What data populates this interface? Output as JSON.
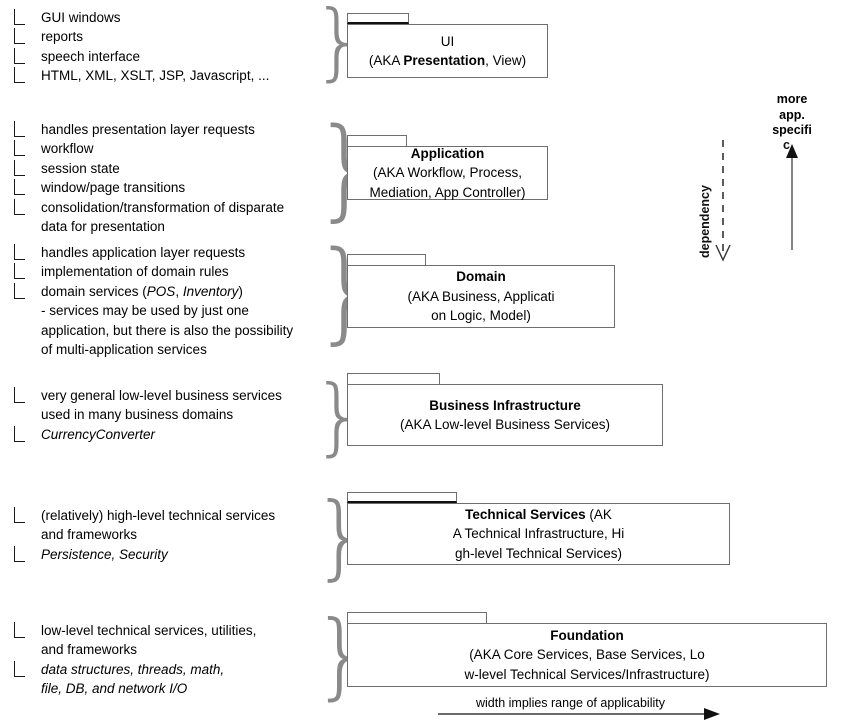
{
  "diagram": {
    "title": "Layered Architecture Diagram",
    "brace_glyph": "}",
    "colors": {
      "box_border": "#6e6e6e",
      "brace": "#8a8a8a",
      "text": "#000000",
      "arrow": "#555555"
    }
  },
  "layers": [
    {
      "key": "ui",
      "description_lines": [
        {
          "text": "GUI windows",
          "bullet": true,
          "italic": false
        },
        {
          "text": "reports",
          "bullet": true,
          "italic": false
        },
        {
          "text": "speech interface",
          "bullet": true,
          "italic": false
        },
        {
          "text": "HTML, XML, XSLT, JSP, Javascript, ...",
          "bullet": true,
          "italic": false
        }
      ],
      "package": {
        "name": "UI",
        "name_bold": false,
        "aka_lines": [
          {
            "pre": "(AKA  ",
            "bold": "Presentation",
            "post": ", View)"
          }
        ]
      }
    },
    {
      "key": "application",
      "description_lines": [
        {
          "text": "handles  presentation layer requests",
          "bullet": true,
          "italic": false
        },
        {
          "text": "workflow",
          "bullet": true,
          "italic": false
        },
        {
          "text": "session state",
          "bullet": true,
          "italic": false
        },
        {
          "text": "window/page transitions",
          "bullet": true,
          "italic": false
        },
        {
          "text": "consolidation/transformation of disparate",
          "bullet": true,
          "italic": false
        },
        {
          "text": "data for presentation",
          "bullet": false,
          "italic": false
        }
      ],
      "package": {
        "name": "Application",
        "name_bold": true,
        "aka_lines": [
          {
            "pre": "(AKA Workflow, Process,",
            "bold": "",
            "post": ""
          },
          {
            "pre": "Mediation, App Controller)",
            "bold": "",
            "post": ""
          }
        ]
      }
    },
    {
      "key": "domain",
      "description_lines": [
        {
          "text": "handles  application layer requests",
          "bullet": true,
          "italic": false
        },
        {
          "text": "implementation of domain rules",
          "bullet": true,
          "italic": false
        },
        {
          "text": "domain services (",
          "bullet": true,
          "italic": false,
          "rich": true,
          "parts": [
            {
              "t": "domain services (",
              "i": false
            },
            {
              "t": "POS",
              "i": true
            },
            {
              "t": ", ",
              "i": false
            },
            {
              "t": "Inventory",
              "i": true
            },
            {
              "t": ")",
              "i": false
            }
          ]
        },
        {
          "text": "- services may be used by just one",
          "bullet": false,
          "italic": false
        },
        {
          "text": "application, but there is also the possibility",
          "bullet": false,
          "italic": false
        },
        {
          "text": "of multi-application services",
          "bullet": false,
          "italic": false
        }
      ],
      "package": {
        "name": "Domain",
        "name_bold": true,
        "aka_lines": [
          {
            "pre": "(AKA Business,  Applicati",
            "bold": "",
            "post": ""
          },
          {
            "pre": "on Logic, Model)",
            "bold": "",
            "post": ""
          }
        ]
      }
    },
    {
      "key": "business-infrastructure",
      "description_lines": [
        {
          "text": "very general low-level business services",
          "bullet": true,
          "italic": false
        },
        {
          "text": "used in many business domains",
          "bullet": false,
          "italic": false
        },
        {
          "text": "CurrencyConverter",
          "bullet": true,
          "italic": true
        }
      ],
      "package": {
        "name": "Business Infrastructure",
        "name_bold": true,
        "aka_lines": [
          {
            "pre": "(AKA Low-level Business Services)",
            "bold": "",
            "post": ""
          }
        ]
      }
    },
    {
      "key": "technical-services",
      "description_lines": [
        {
          "text": "(relatively) high-level technical services",
          "bullet": true,
          "italic": false
        },
        {
          "text": "and frameworks",
          "bullet": false,
          "italic": false
        },
        {
          "text": "Persistence, Security",
          "bullet": true,
          "italic": true
        }
      ],
      "package": {
        "name": "Technical Services  (AK",
        "name_bold": true,
        "name_partial_bold": "Technical Services",
        "name_suffix": "  (AK",
        "aka_lines": [
          {
            "pre": "A Technical Infrastructure,  Hi",
            "bold": "",
            "post": ""
          },
          {
            "pre": "gh-level Technical Services)",
            "bold": "",
            "post": ""
          }
        ]
      }
    },
    {
      "key": "foundation",
      "description_lines": [
        {
          "text": "low-level technical services, utilities,",
          "bullet": true,
          "italic": false
        },
        {
          "text": "and frameworks",
          "bullet": false,
          "italic": false
        },
        {
          "text": "data structures, threads, math,",
          "bullet": true,
          "italic": true
        },
        {
          "text": "file, DB, and network I/O",
          "bullet": false,
          "italic": true
        }
      ],
      "package": {
        "name": "Foundation",
        "name_bold": true,
        "aka_lines": [
          {
            "pre": "(AKA Core Services, Base Services,  Lo",
            "bold": "",
            "post": ""
          },
          {
            "pre": "w-level Technical Services/Infrastructure)",
            "bold": "",
            "post": ""
          }
        ]
      }
    }
  ],
  "annotations": {
    "dependency_label": "dependency",
    "app_specific_label_lines": [
      "more",
      "app.",
      "specifi"
    ],
    "app_specific_clipped_char": "c",
    "width_label": "width implies  range of applicability"
  }
}
